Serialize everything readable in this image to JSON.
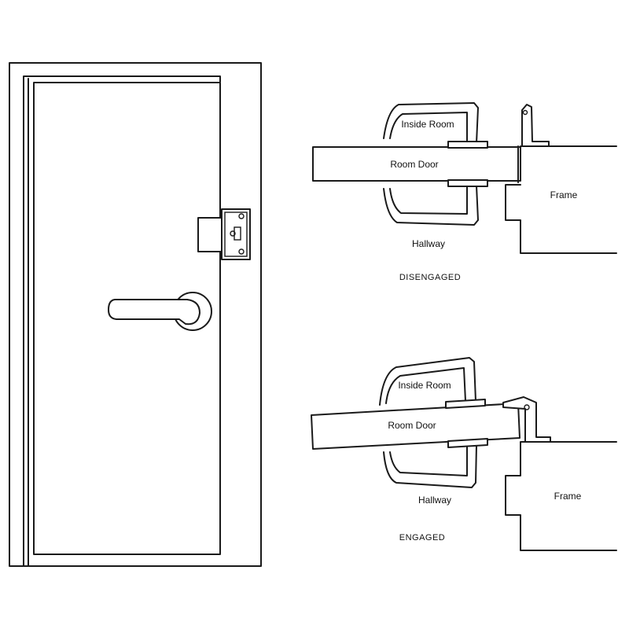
{
  "labels": {
    "inside_room": "Inside Room",
    "room_door": "Room Door",
    "frame": "Frame",
    "hallway": "Hallway"
  },
  "captions": {
    "disengaged": "DISENGAGED",
    "engaged": "ENGAGED"
  },
  "colors": {
    "line": "#1a1a1a",
    "background": "#ffffff"
  }
}
